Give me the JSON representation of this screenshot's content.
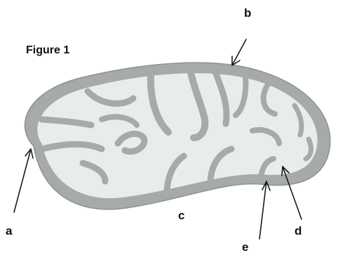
{
  "figure": {
    "caption": "Figure 1",
    "labels": {
      "a": "a",
      "b": "b",
      "c": "c",
      "d": "d",
      "e": "e"
    }
  },
  "colors": {
    "outer_membrane": "#a6aaab",
    "outer_membrane_edge": "#8e9293",
    "matrix": "#e9eced",
    "cristae": "#a6aaab",
    "arrow": "#1a1a1a",
    "text": "#111111"
  },
  "icons": {
    "arrow": "line-arrow"
  }
}
